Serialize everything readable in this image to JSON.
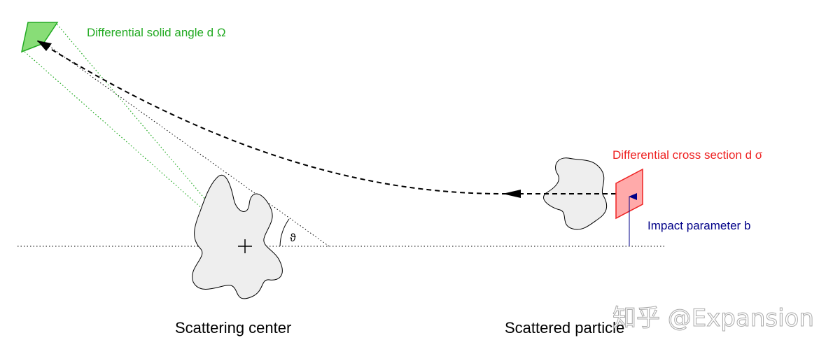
{
  "labels": {
    "solid_angle": "Differential solid angle d Ω",
    "cross_section": "Differential cross section d σ",
    "impact_parameter": "Impact parameter b",
    "theta": "ϑ",
    "scattering_center": "Scattering center",
    "scattered_particle": "Scattered particle"
  },
  "watermark": {
    "text": "知乎 @Expansion"
  },
  "colors": {
    "solid_angle": "#22aa22",
    "cross_section": "#ee2222",
    "impact_parameter": "#000088",
    "blob_fill": "#eeeeee",
    "ink": "#000000"
  }
}
